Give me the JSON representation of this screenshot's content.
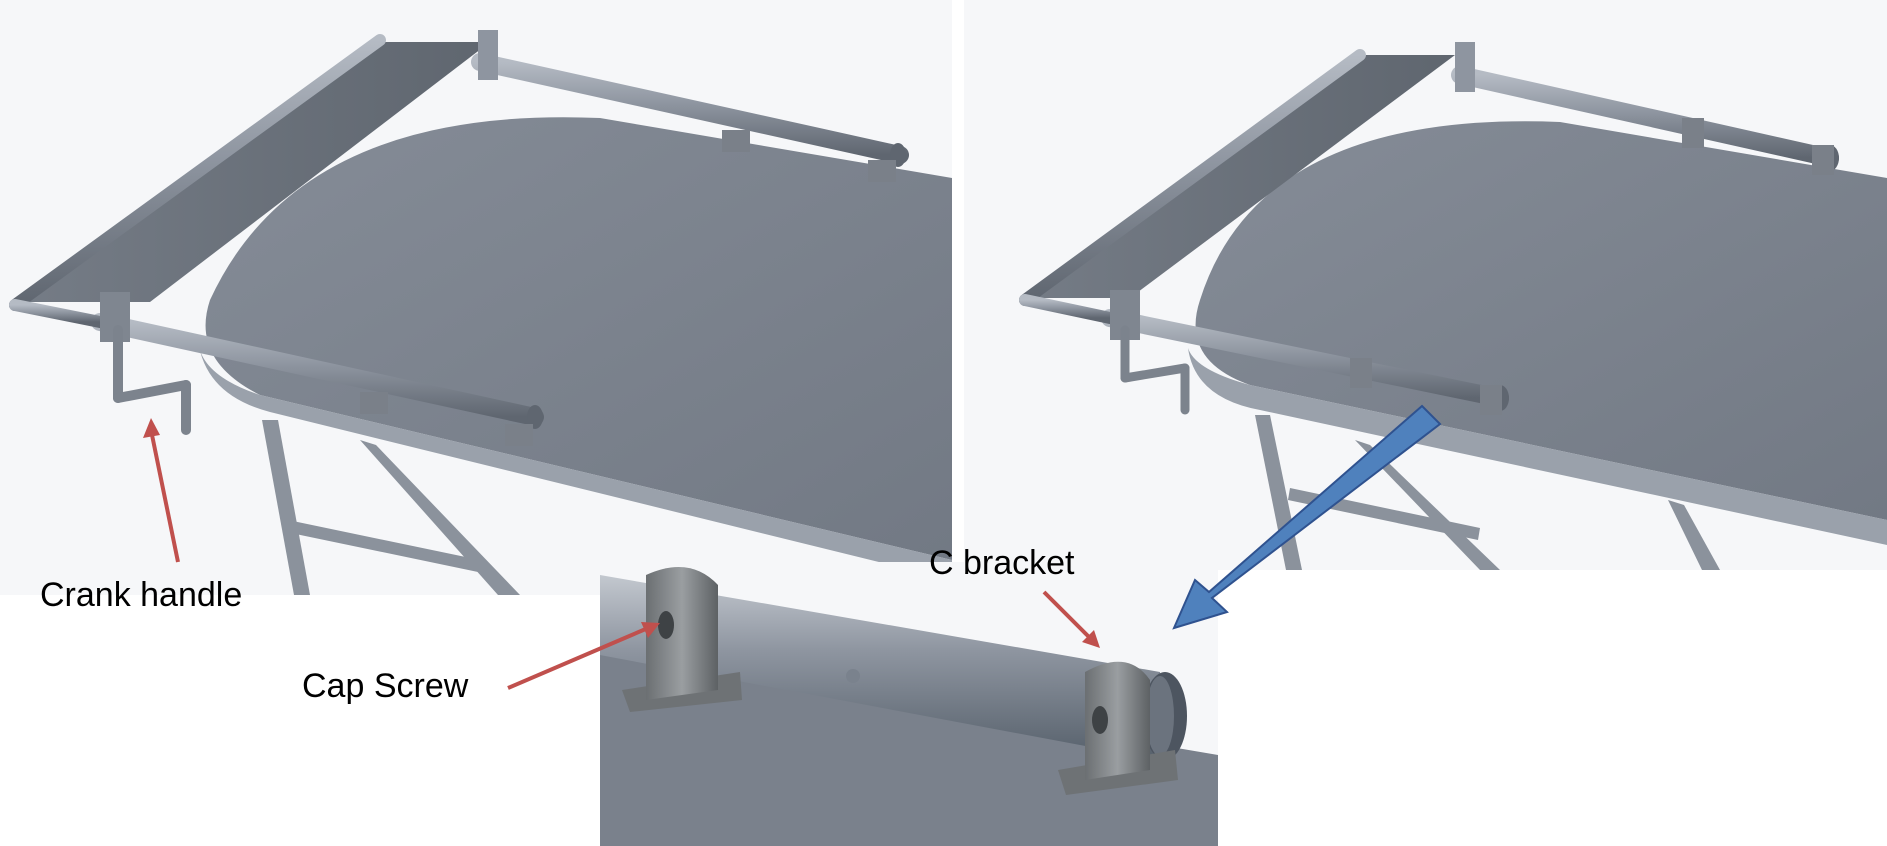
{
  "labels": {
    "crank_handle": "Crank handle",
    "cap_screw": "Cap Screw",
    "c_bracket": "C bracket"
  },
  "colors": {
    "background": "#ffffff",
    "panel_bg": "#f5f6f8",
    "table_top": "#7a818c",
    "table_edge": "#9aa1ab",
    "tube": "#8e95a0",
    "tube_dark": "#5f6670",
    "canopy": "#6b727c",
    "arrow_red": "#c0504d",
    "arrow_blue": "#4f81bd",
    "arrow_blue_outline": "#2f528f"
  },
  "icons": [
    "red-callout-arrow",
    "blue-zoom-arrow"
  ]
}
